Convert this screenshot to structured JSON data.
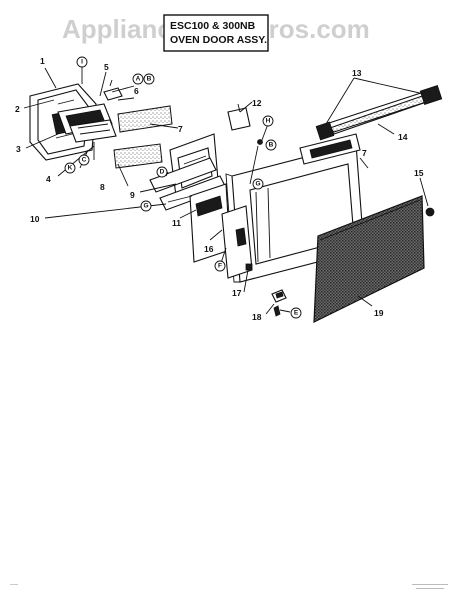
{
  "watermark": "AppliancePartsPros.com",
  "title": {
    "line1": "ESC100 & 300NB",
    "line2": "OVEN DOOR ASSY."
  },
  "callouts": {
    "n1": "1",
    "n2": "2",
    "n3": "3",
    "n4": "4",
    "n5": "5",
    "n6": "6",
    "n7": "7",
    "n8": "8",
    "n9": "9",
    "n10": "10",
    "n11": "11",
    "n12": "12",
    "n13": "13",
    "n14": "14",
    "n15": "15",
    "n16": "16",
    "n17": "17",
    "n18": "18",
    "n19": "19"
  },
  "letters": {
    "i": "I",
    "a": "A",
    "b": "B",
    "h": "H",
    "c": "C",
    "k": "K",
    "g1": "G",
    "d": "D",
    "g2": "G",
    "f": "F",
    "e": "E"
  }
}
